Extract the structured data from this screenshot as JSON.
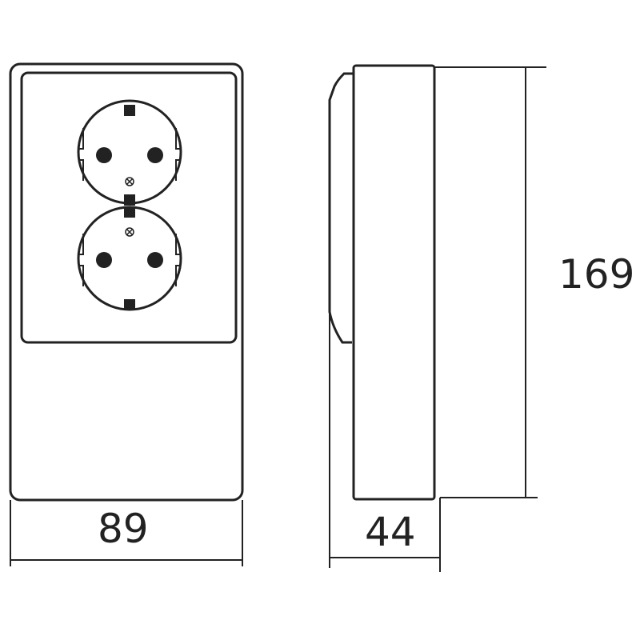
{
  "dimensions": {
    "width": "89",
    "depth": "44",
    "height": "169"
  },
  "colors": {
    "line": "#222222",
    "background": "#ffffff"
  }
}
